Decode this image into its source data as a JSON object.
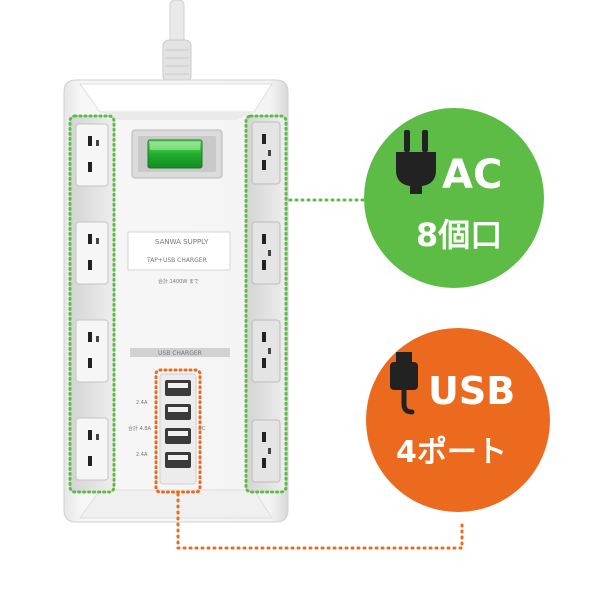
{
  "product": {
    "brand_logo": "SANWA SUPPLY",
    "label_line": "TAP+USB CHARGER",
    "rating_text": "合計 1400W まで",
    "usb_panel_label": "USB CHARGER",
    "usb_rating_top": "2.4A",
    "usb_rating_mid": "合計 4.8A",
    "usb_rating_dc": "DC",
    "usb_rating_bottom": "2.4A"
  },
  "callouts": {
    "ac": {
      "title": "AC",
      "subtitle": "8個口",
      "icon": "ac-plug-icon",
      "color": "#5cbc45"
    },
    "usb": {
      "title": "USB",
      "subtitle": "4ポート",
      "icon": "usb-plug-icon",
      "color": "#ec6a1e"
    }
  },
  "highlight_colors": {
    "ac_outline": "#5cbc45",
    "usb_outline": "#ec6a1e"
  }
}
